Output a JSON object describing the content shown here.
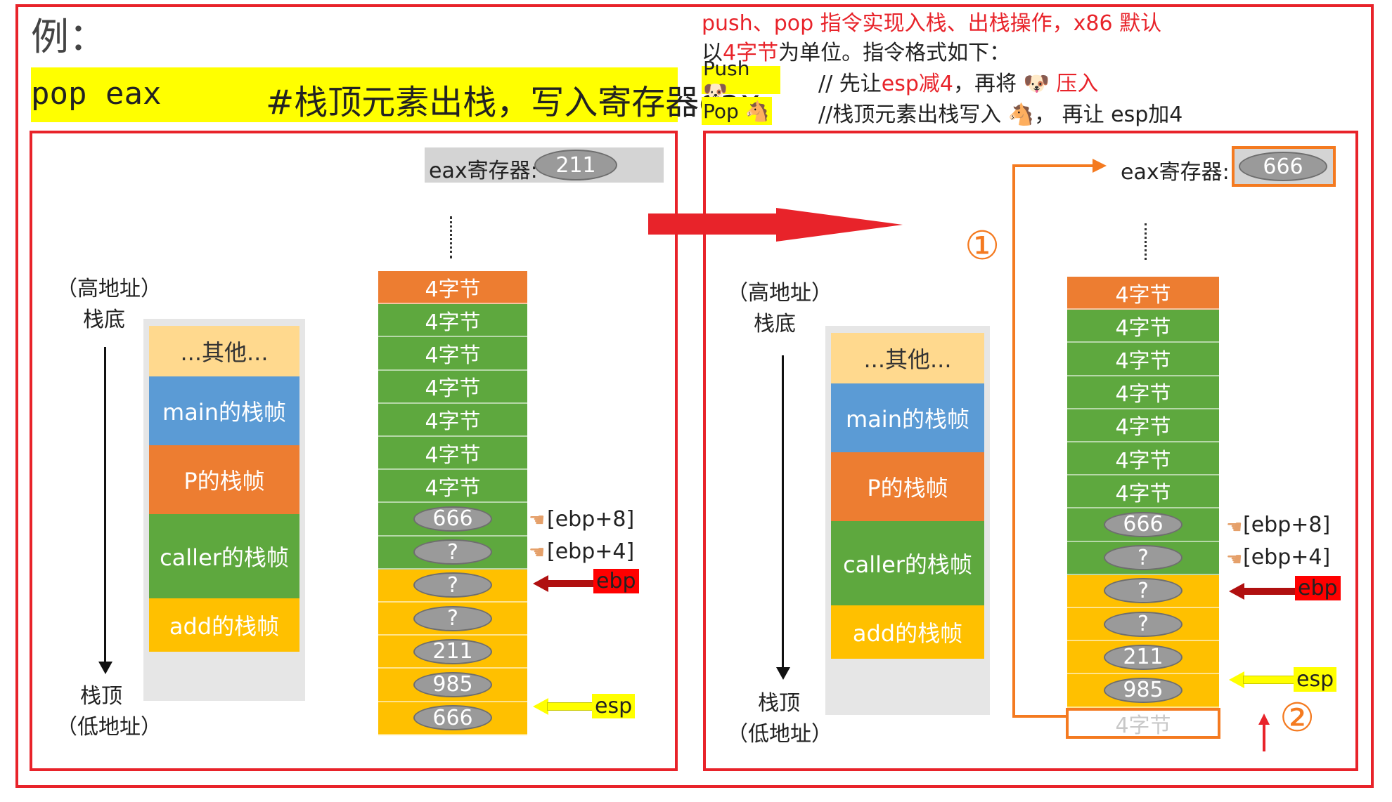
{
  "header": {
    "example_label": "例：",
    "instruction_code": "pop eax",
    "instruction_comment": "#栈顶元素出栈，写入寄存器eax"
  },
  "notes": {
    "line1": "push、pop 指令实现入栈、出栈操作，x86 默认",
    "line2_prefix": "以",
    "line2_highlight": "4字节",
    "line2_suffix": "为单位。指令格式如下：",
    "push_label": "Push 🐶",
    "push_comment_prefix": "// 先让",
    "push_comment_hl1": "esp减4",
    "push_comment_mid": "，再将 🐶 ",
    "push_comment_hl2": "压入",
    "pop_label": "Pop 🐴",
    "pop_comment": "//栈顶元素出栈写入 🐴， 再让 esp加4"
  },
  "left_panel": {
    "register_label": "eax寄存器:",
    "register_value": "211",
    "high_addr": "（高地址）",
    "stack_bottom": "栈底",
    "stack_top": "栈顶",
    "low_addr": "（低地址）",
    "frames": [
      "...其他...",
      "main的栈帧",
      "P的栈帧",
      "caller的栈帧",
      "add的栈帧"
    ],
    "cells": [
      "4字节",
      "4字节",
      "4字节",
      "4字节",
      "4字节",
      "4字节",
      "4字节",
      "666",
      "?",
      "?",
      "?",
      "211",
      "985",
      "666"
    ],
    "ebp8": "[ebp+8]",
    "ebp4": "[ebp+4]",
    "ebp": "ebp",
    "esp": "esp"
  },
  "right_panel": {
    "register_label": "eax寄存器:",
    "register_value": "666",
    "high_addr": "（高地址）",
    "stack_bottom": "栈底",
    "stack_top": "栈顶",
    "low_addr": "（低地址）",
    "frames": [
      "...其他...",
      "main的栈帧",
      "P的栈帧",
      "caller的栈帧",
      "add的栈帧"
    ],
    "cells": [
      "4字节",
      "4字节",
      "4字节",
      "4字节",
      "4字节",
      "4字节",
      "4字节",
      "666",
      "?",
      "?",
      "?",
      "211",
      "985"
    ],
    "freed_cell": "4字节",
    "ebp8": "[ebp+8]",
    "ebp4": "[ebp+4]",
    "ebp": "ebp",
    "esp": "esp",
    "step1": "①",
    "step2": "②"
  },
  "colors": {
    "red": "#e8232a",
    "orange": "#ed7d31",
    "green": "#5ea83e",
    "yellow": "#ffc000",
    "blue": "#5b9bd5",
    "peach": "#ffd98e",
    "annot_orange": "#f47a20"
  }
}
